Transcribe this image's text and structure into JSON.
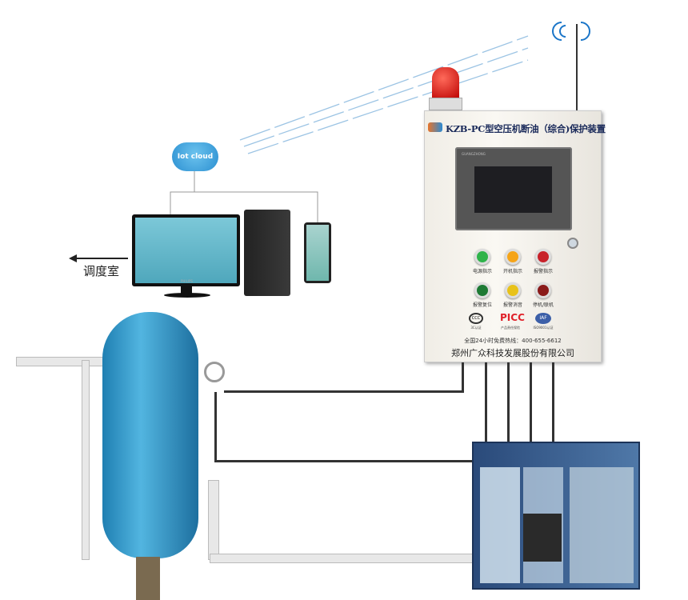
{
  "panel": {
    "title": "KZB-PC型空压机断油（综合)保护装置",
    "hmi_brand": "GUANGZHONG",
    "lamps": [
      {
        "label": "电源指示",
        "color": "#2fb34a"
      },
      {
        "label": "开机指示",
        "color": "#f5a418"
      },
      {
        "label": "报警指示",
        "color": "#c8222a"
      },
      {
        "label": "报警复位",
        "color": "#1e7a34"
      },
      {
        "label": "报警消音",
        "color": "#e8c21a"
      },
      {
        "label": "停机/联机",
        "color": "#8a1a1a"
      }
    ],
    "certs": [
      {
        "mark": "CCC",
        "label": "3C认证"
      },
      {
        "mark": "PICC",
        "label": "产品责任保险"
      },
      {
        "mark": "IAF",
        "label": "ISO9001认证"
      }
    ],
    "hotline": "全国24小时免费热线：400-655-6612",
    "company": "郑州广众科技发展股份有限公司"
  },
  "cloud_label": "Iot cloud",
  "room_label": "调度室",
  "monitor_brand": "PHILIPS"
}
